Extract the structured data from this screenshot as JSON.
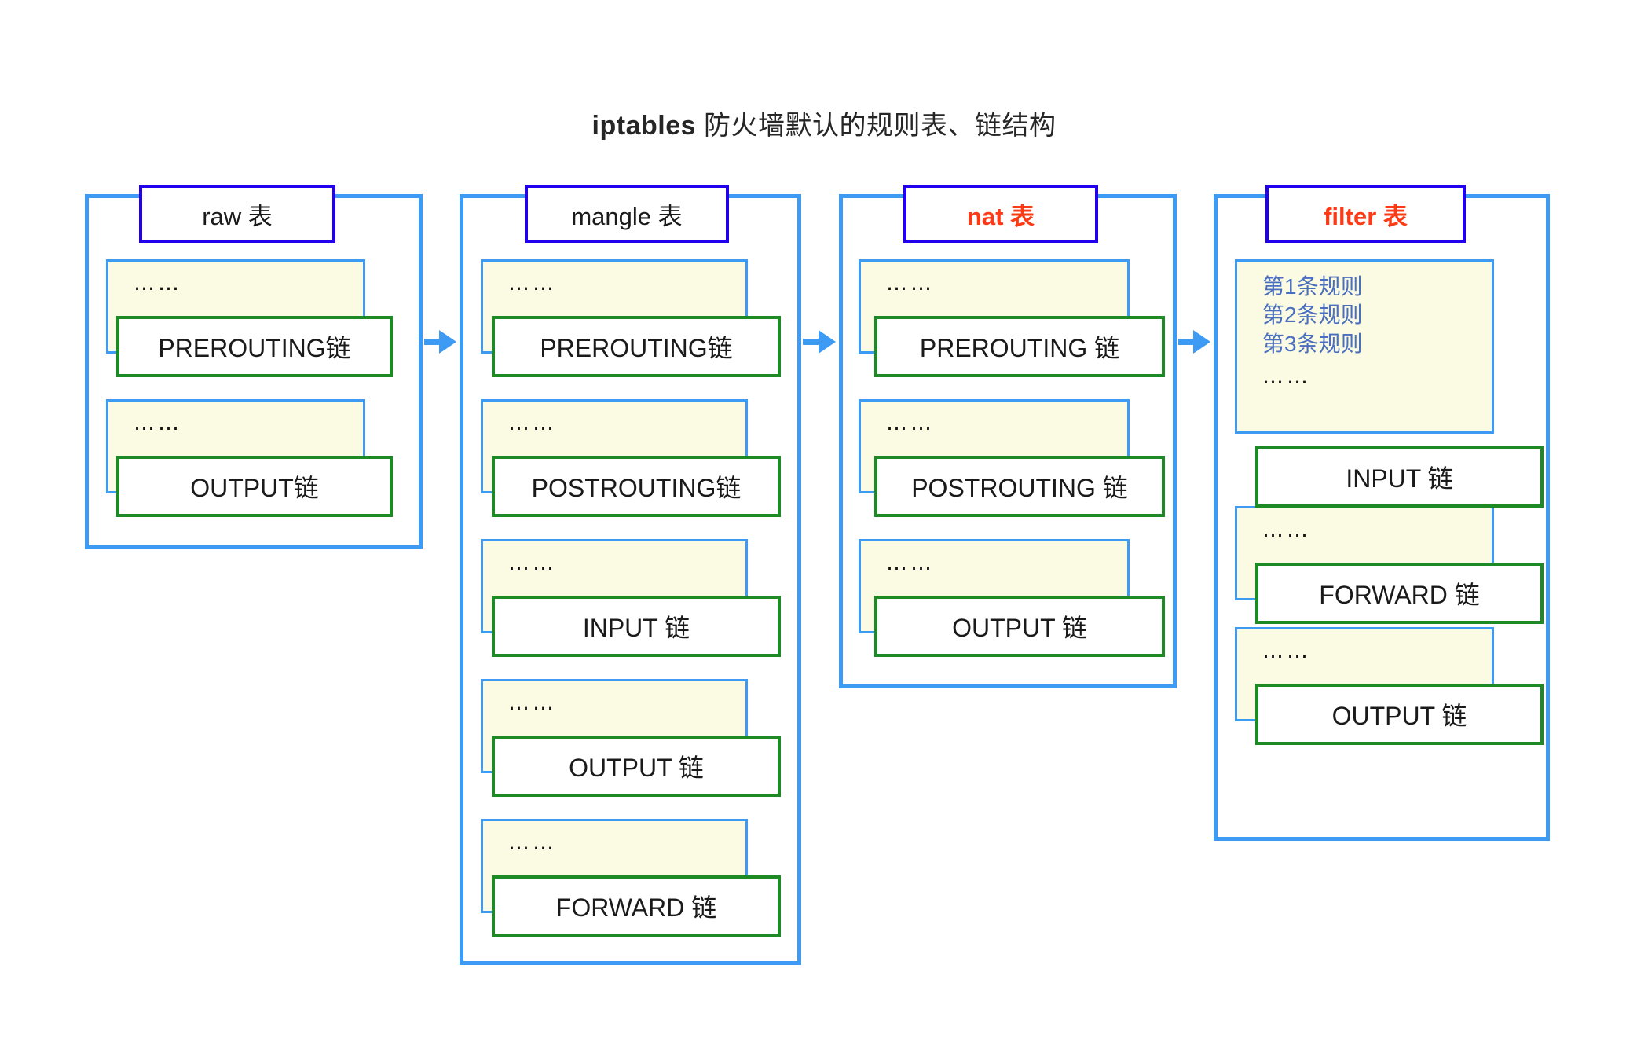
{
  "title": {
    "keyword": "iptables",
    "rest": " 防火墙默认的规则表、链结构"
  },
  "colors": {
    "container_border": "#3d9bf4",
    "header_border": "#2200ee",
    "header_accent_text": "#fc3a15",
    "chain_border": "#1e8a26",
    "rule_area_fill": "#fbfbe4",
    "rule_text": "#4a6fbf",
    "arrow": "#3d9bf4"
  },
  "ellipsis_glyph": "……",
  "tables": [
    {
      "id": "raw",
      "label": "raw 表",
      "accent": false,
      "chains": [
        {
          "name": "PREROUTING链",
          "rules": []
        },
        {
          "name": "OUTPUT链",
          "rules": []
        }
      ]
    },
    {
      "id": "mangle",
      "label": "mangle 表",
      "accent": false,
      "chains": [
        {
          "name": "PREROUTING链",
          "rules": []
        },
        {
          "name": "POSTROUTING链",
          "rules": []
        },
        {
          "name": "INPUT 链",
          "rules": []
        },
        {
          "name": "OUTPUT 链",
          "rules": []
        },
        {
          "name": "FORWARD 链",
          "rules": []
        }
      ]
    },
    {
      "id": "nat",
      "label": "nat 表",
      "accent": true,
      "chains": [
        {
          "name": "PREROUTING 链",
          "rules": []
        },
        {
          "name": "POSTROUTING 链",
          "rules": []
        },
        {
          "name": "OUTPUT 链",
          "rules": []
        }
      ]
    },
    {
      "id": "filter",
      "label": "filter 表",
      "accent": true,
      "chains": [
        {
          "name": "INPUT 链",
          "rules": [
            "第1条规则",
            "第2条规则",
            "第3条规则"
          ]
        },
        {
          "name": "FORWARD 链",
          "rules": []
        },
        {
          "name": "OUTPUT 链",
          "rules": []
        }
      ]
    }
  ],
  "arrows": [
    {
      "from": "raw",
      "to": "mangle"
    },
    {
      "from": "mangle",
      "to": "nat"
    },
    {
      "from": "nat",
      "to": "filter"
    }
  ]
}
